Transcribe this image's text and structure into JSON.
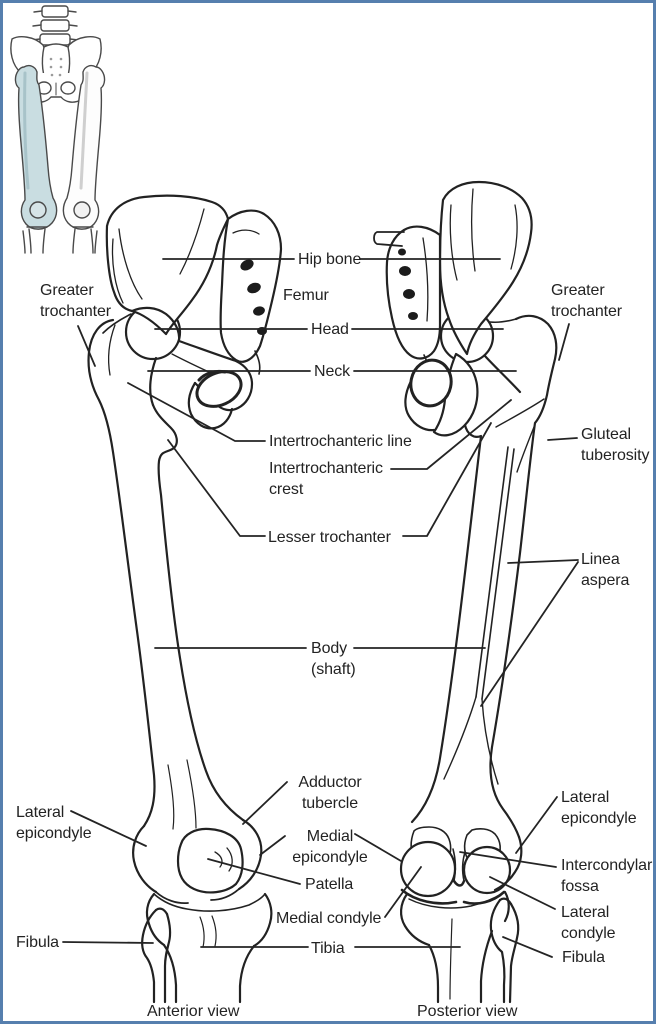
{
  "figure": {
    "type": "anatomical-diagram",
    "subject": "Femur and hip bone, anterior and posterior views, with highlighted femur locator inset",
    "colors": {
      "border": "#567fae",
      "ink": "#232323",
      "highlight_femur": "#c9dde1"
    },
    "captions": {
      "anterior": "Anterior view",
      "posterior": "Posterior view"
    },
    "labels": {
      "hip_bone": "Hip bone",
      "femur": "Femur",
      "head": "Head",
      "neck": "Neck",
      "greater_trochanter_left": "Greater trochanter",
      "greater_trochanter_right": "Greater trochanter",
      "intertrochanteric_line": "Intertrochanteric line",
      "intertrochanteric_crest": "Intertrochanteric crest",
      "lesser_trochanter": "Lesser trochanter",
      "gluteal_tuberosity": "Gluteal tuberosity",
      "linea_aspera": "Linea aspera",
      "body_shaft": "Body (shaft)",
      "adductor_tubercle": "Adductor tubercle",
      "medial_epicondyle": "Medial epicondyle",
      "patella": "Patella",
      "medial_condyle": "Medial condyle",
      "tibia": "Tibia",
      "lateral_epicondyle_left": "Lateral epicondyle",
      "fibula_left": "Fibula",
      "lateral_epicondyle_right": "Lateral epicondyle",
      "intercondylar_fossa": "Intercondylar fossa",
      "lateral_condyle": "Lateral condyle",
      "fibula_right": "Fibula"
    }
  }
}
